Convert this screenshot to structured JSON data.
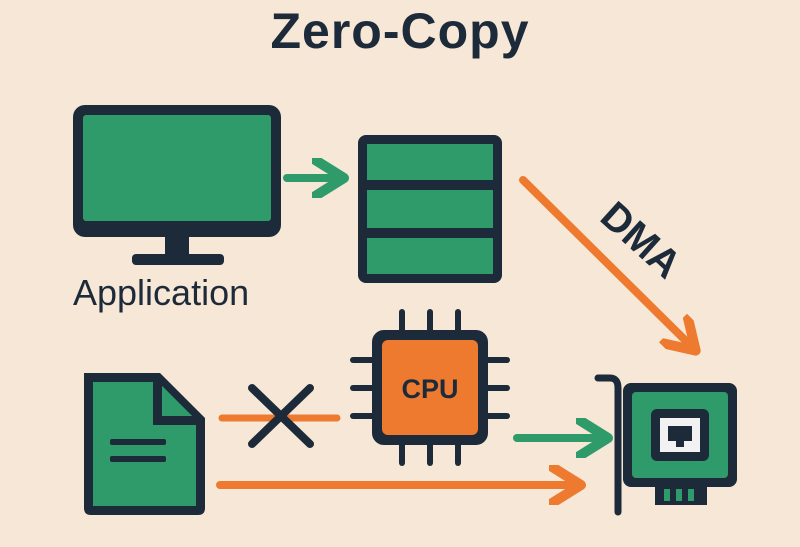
{
  "title": "Zero-Copy",
  "labels": {
    "application": "Application",
    "dma": "DMA",
    "cpu": "CPU"
  },
  "colors": {
    "background": "#f6e7d6",
    "navy": "#1d2a3a",
    "green": "#2f9a6a",
    "orange": "#ee7a30"
  },
  "icons": [
    "monitor-icon",
    "buffer-stack-icon",
    "file-icon",
    "cpu-chip-icon",
    "network-card-icon",
    "blocked-x-icon"
  ]
}
